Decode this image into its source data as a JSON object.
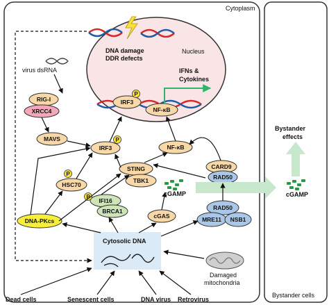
{
  "compartments": {
    "cytoplasm": "Cytoplasm",
    "nucleus": "Nucleus",
    "bystander_cells": "Bystander cells"
  },
  "nucleus_labels": {
    "dna_damage": "DNA damage",
    "ddr_defects": "DDR defects",
    "ifns_line1": "IFNs &",
    "ifns_line2": "Cytokines"
  },
  "proteins": {
    "virus_dsrna": "virus dsRNA",
    "rig_i": "RIG-I",
    "xrcc4": "XRCC4",
    "mavs": "MAVS",
    "irf3_nuclear": "IRF3",
    "nfkb_nuclear": "NF-κB",
    "irf3": "IRF3",
    "nfkb": "NF-κB",
    "hsc70": "HSC70",
    "sting": "STING",
    "tbk1": "TBK1",
    "card9": "CARD9",
    "rad50_top": "RAD50",
    "ifi16": "IFI16",
    "brca1": "BRCA1",
    "cgamp_cytoplasm": "cGAMP",
    "cgas": "cGAS",
    "rad50_bottom": "RAD50",
    "mre11": "MRE11",
    "nsb1": "NSB1",
    "dna_pkcs": "DNA-PKcs",
    "cgamp_bystander": "cGAMP",
    "phospho_label": "P"
  },
  "sources": {
    "cytosolic_dna": "Cytosolic DNA",
    "damaged_mito_line1": "Damaged",
    "damaged_mito_line2": "mitochondria",
    "dead_cells": "Dead cells",
    "senescent_cells": "Senescent cells",
    "dna_virus": "DNA virus",
    "retrovirus": "Retrovirus"
  },
  "bystander": {
    "effects_line1": "Bystander",
    "effects_line2": "effects"
  },
  "colors": {
    "nucleus_fill": "#f9e4e6",
    "orange_pill": "#f9d8a8",
    "blue_pill": "#a9c8e8",
    "pink_pill": "#f4a7b9",
    "green_pill": "#cfe5b8",
    "yellow_pill": "#f7ef3a",
    "phospho": "#f7e13a",
    "green_arrow": "#2db56b",
    "bystander_arrow": "#c7e8cc",
    "cgamp_green": "#2a9a4a",
    "cytosolic_box": "#dbeaf7"
  }
}
